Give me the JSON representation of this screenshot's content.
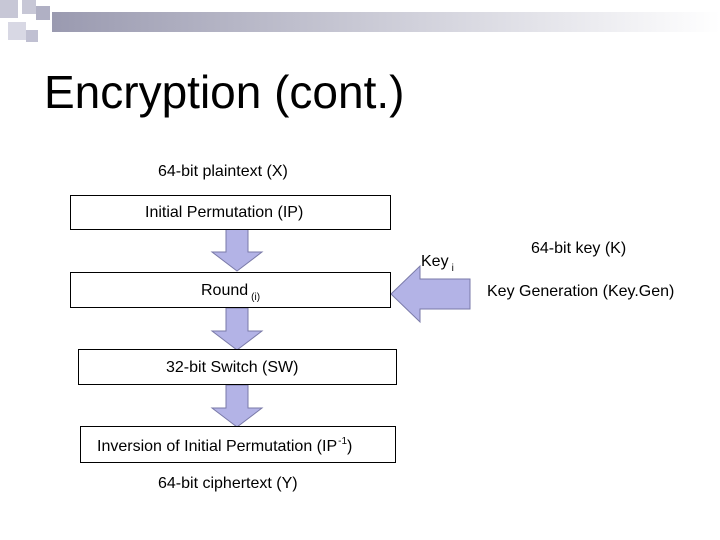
{
  "slide": {
    "title": "Encryption (cont.)"
  },
  "diagram": {
    "plaintext_label": "64-bit plaintext (X)",
    "ip_box": "Initial Permutation (IP)",
    "round_box": "Round",
    "round_sub": "(i)",
    "switch_box": "32-bit Switch (SW)",
    "inverse_box": "Inversion of Initial Permutation (IP",
    "inverse_sup": "-1",
    "inverse_close": ")",
    "ciphertext_label": "64-bit ciphertext (Y)",
    "key_i_label": "Key",
    "key_i_sub": "i",
    "key_label": "64-bit key (K)",
    "keygen_label": "Key Generation (Key.Gen)"
  },
  "colors": {
    "arrow_fill": "#b3b3e6",
    "arrow_stroke": "#7a7aa8",
    "deco_square": "#c7c7d6",
    "deco_strip": "#b8b8c8"
  }
}
